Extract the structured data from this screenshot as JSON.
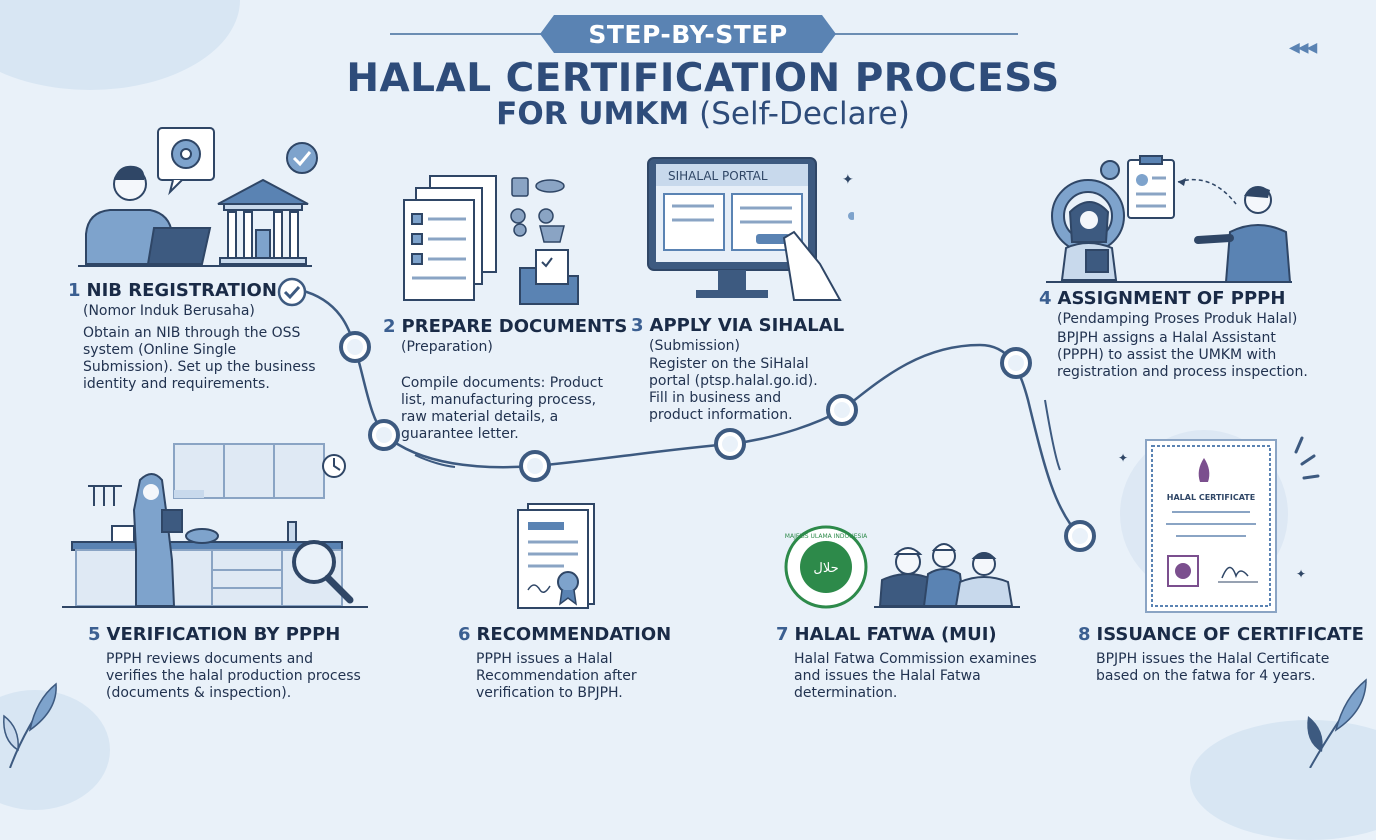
{
  "header": {
    "banner": "STEP-BY-STEP",
    "title": "HALAL CERTIFICATION PROCESS",
    "subtitle_bold": "FOR UMKM",
    "subtitle_rest": "(Self-Declare)"
  },
  "steps": [
    {
      "num": "1",
      "title": "NIB REGISTRATION",
      "subtitle": "(Nomor Induk Berusaha)",
      "desc": "Obtain an NIB through the OSS system (Online Single Submission). Set up the business identity and requirements."
    },
    {
      "num": "2",
      "title": "PREPARE DOCUMENTS",
      "subtitle": "(Preparation)",
      "desc": "Compile documents: Product list, manufacturing process, raw material details, a guarantee letter."
    },
    {
      "num": "3",
      "title": "APPLY VIA SIHALAL",
      "subtitle": "(Submission)",
      "desc": "Register on the SiHalal portal (ptsp.halal.go.id). Fill in business and product information."
    },
    {
      "num": "4",
      "title": "ASSIGNMENT OF PPPH",
      "subtitle": "(Pendamping Proses Produk Halal)",
      "desc": "BPJPH assigns a Halal Assistant (PPPH) to assist the UMKM with registration and process inspection."
    },
    {
      "num": "5",
      "title": "VERIFICATION BY PPPH",
      "subtitle": "",
      "desc": "PPPH reviews documents and verifies the halal production process (documents & inspection)."
    },
    {
      "num": "6",
      "title": "RECOMMENDATION",
      "subtitle": "",
      "desc": "PPPH issues a Halal Recommendation after verification to BPJPH."
    },
    {
      "num": "7",
      "title": "HALAL FATWA (MUI)",
      "subtitle": "",
      "desc": "Halal Fatwa Commission examines and issues the Halal Fatwa determination."
    },
    {
      "num": "8",
      "title": "ISSUANCE OF CERTIFICATE",
      "subtitle": "",
      "desc": "BPJPH issues the Halal Certificate based on the fatwa for 4 years."
    }
  ],
  "illustrations": {
    "portal_label": "SIHALAL PORTAL",
    "certificate_label": "HALAL CERTIFICATE",
    "mui_seal_text": "MAJELIS ULAMA INDONESIA"
  },
  "colors": {
    "background": "#e9f1f9",
    "accent": "#5a83b3",
    "title": "#2e4c7a",
    "path": "#3d5a80"
  }
}
